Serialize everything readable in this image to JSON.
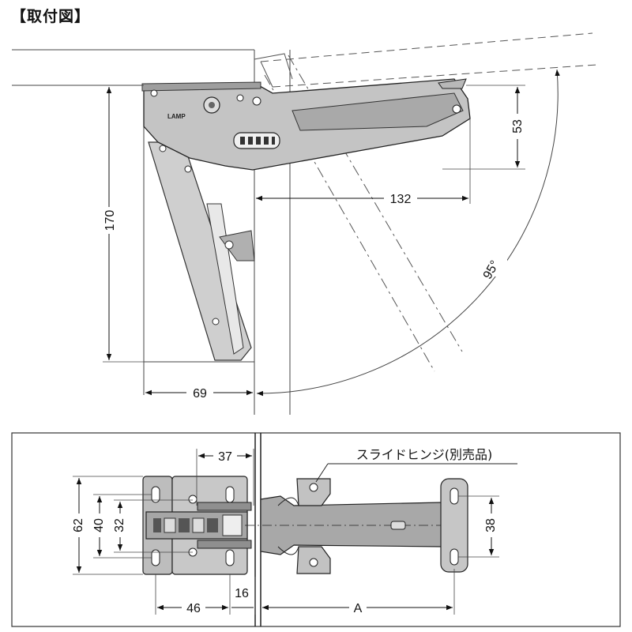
{
  "title": "【取付図】",
  "side_view": {
    "dim_height": "170",
    "dim_depth": "69",
    "dim_reach": "132",
    "dim_offset": "53",
    "angle": "95°",
    "brand_mark": "LAMP"
  },
  "top_view": {
    "dim_37": "37",
    "dim_62": "62",
    "dim_40": "40",
    "dim_32": "32",
    "dim_38": "38",
    "dim_46": "46",
    "dim_16": "16",
    "dim_a": "A",
    "callout": "スライドヒンジ(別売品)"
  },
  "colors": {
    "metal": "#bdbdbd",
    "metal_dark": "#8a8a8a",
    "line": "#1a1a1a",
    "panel": "#d9d9d9"
  }
}
